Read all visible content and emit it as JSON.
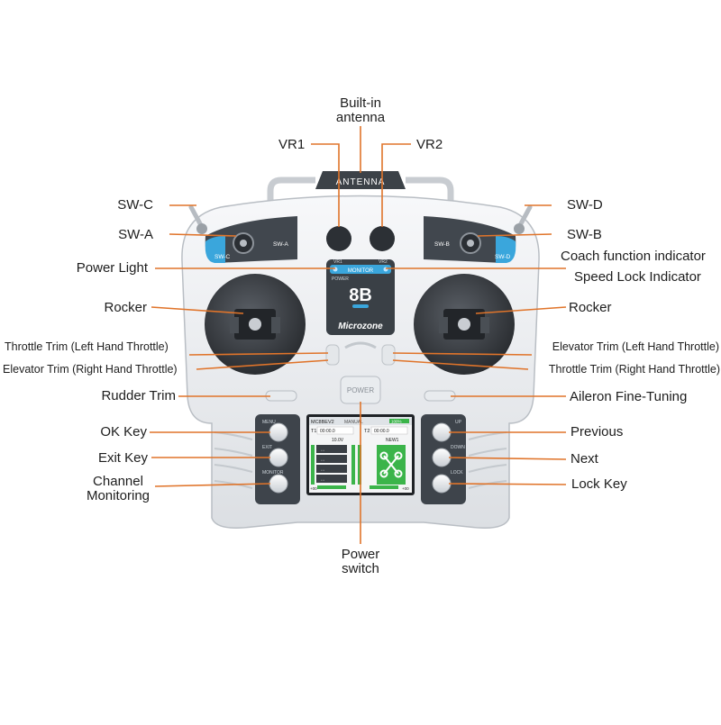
{
  "device": {
    "antenna_plate": "ANTENNA",
    "switch_tag_left_inner": "SW-A",
    "switch_tag_left_outer": "SW-C",
    "switch_tag_right_inner": "SW-B",
    "switch_tag_right_outer": "SW-D",
    "monitor_label": "MONITOR",
    "vr1_small": "VR1",
    "vr2_small": "VR2",
    "power_small": "POWER",
    "model_badge": "8B",
    "brand": "Microzone",
    "power_button": "POWER",
    "left_key_tags": [
      "MENU",
      "EXIT",
      "MONITOR"
    ],
    "right_key_tags": [
      "UP",
      "DOWN",
      "LOCK"
    ],
    "screen": {
      "header_model": "MC8BEV2",
      "header_mode": "MANUAL",
      "header_battery": "100%",
      "timer1_label": "T1",
      "timer1_value": "00:00.0",
      "timer2_label": "T2",
      "timer2_value": "00:00.0",
      "voltage": "10.0V",
      "model_name": "NEW1",
      "menu_items": [
        "...",
        "...",
        "...",
        "..."
      ],
      "bottom_left": "+00",
      "bottom_right": "+00"
    }
  },
  "callouts": {
    "antenna": [
      "Built-in",
      "antenna"
    ],
    "vr1": "VR1",
    "vr2": "VR2",
    "sw_c": "SW-C",
    "sw_a": "SW-A",
    "sw_d": "SW-D",
    "sw_b": "SW-B",
    "power_light": "Power Light",
    "coach": "Coach function indicator",
    "speed_lock": "Speed Lock Indicator",
    "rocker_left": "Rocker",
    "rocker_right": "Rocker",
    "throttle_trim_lh": "Throttle Trim (Left Hand Throttle)",
    "elevator_trim_rh": "Elevator Trim (Right Hand Throttle)",
    "elevator_trim_lh": "Elevator Trim (Left Hand Throttle)",
    "throttle_trim_rh": "Throttle Trim (Right Hand Throttle)",
    "rudder_trim": "Rudder Trim",
    "aileron_fine": "Aileron Fine-Tuning",
    "ok_key": "OK Key",
    "exit_key": "Exit Key",
    "channel_monitoring": [
      "Channel",
      "Monitoring"
    ],
    "previous": "Previous",
    "next": "Next",
    "lock_key": "Lock Key",
    "power_switch": [
      "Power",
      "switch"
    ]
  },
  "colors": {
    "leader": "#e0742a",
    "body": "#f1f3f5",
    "panel_dark": "#3a4046",
    "accent_blue": "#3aa6dc",
    "screen_green": "#3bb44a"
  }
}
